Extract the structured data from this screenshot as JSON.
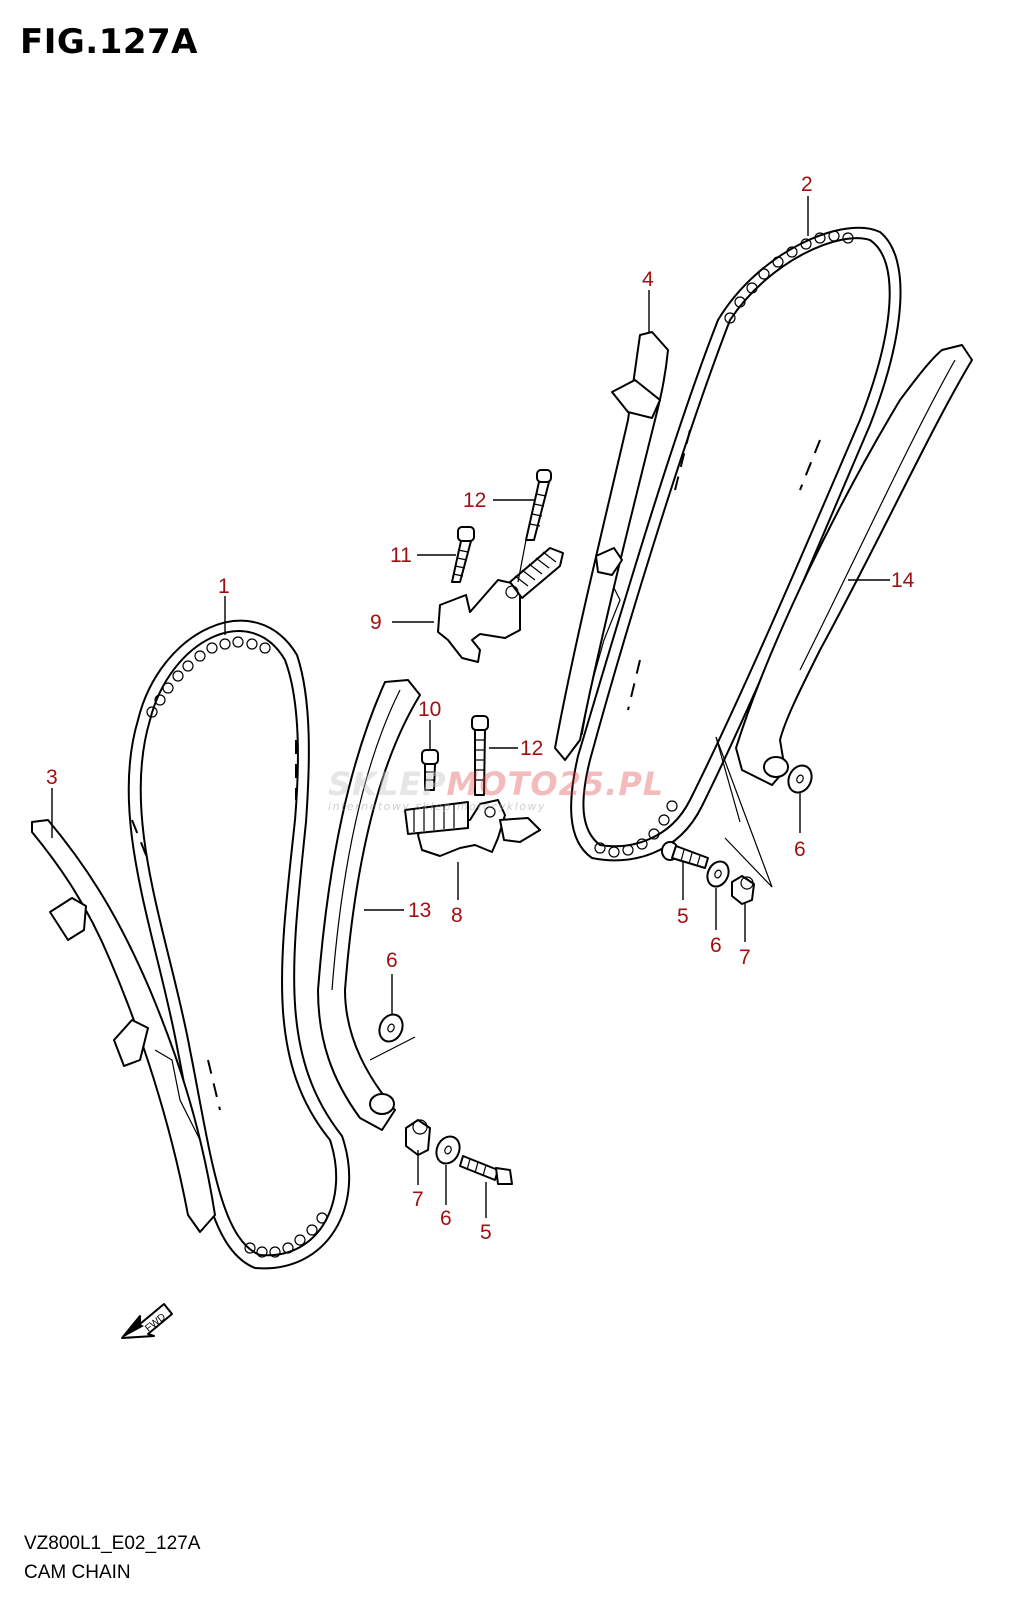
{
  "figure": {
    "title": "FIG.127A",
    "code": "VZ800L1_E02_127A",
    "name": "CAM CHAIN"
  },
  "watermark": {
    "text_main_a": "SKLEP",
    "text_main_b": "MOTO",
    "text_main_c": "25.PL",
    "text_sub": "internetowy sklep motocyklowy"
  },
  "fwd_label": "FWD",
  "callouts": {
    "c1": "1",
    "c2": "2",
    "c3": "3",
    "c4": "4",
    "c5a": "5",
    "c5b": "5",
    "c6a": "6",
    "c6b": "6",
    "c6c": "6",
    "c6d": "6",
    "c7a": "7",
    "c7b": "7",
    "c8": "8",
    "c9": "9",
    "c10": "10",
    "c11": "11",
    "c12a": "12",
    "c12b": "12",
    "c13": "13",
    "c14": "14"
  },
  "colors": {
    "callout": "#a01010",
    "line": "#000000"
  }
}
